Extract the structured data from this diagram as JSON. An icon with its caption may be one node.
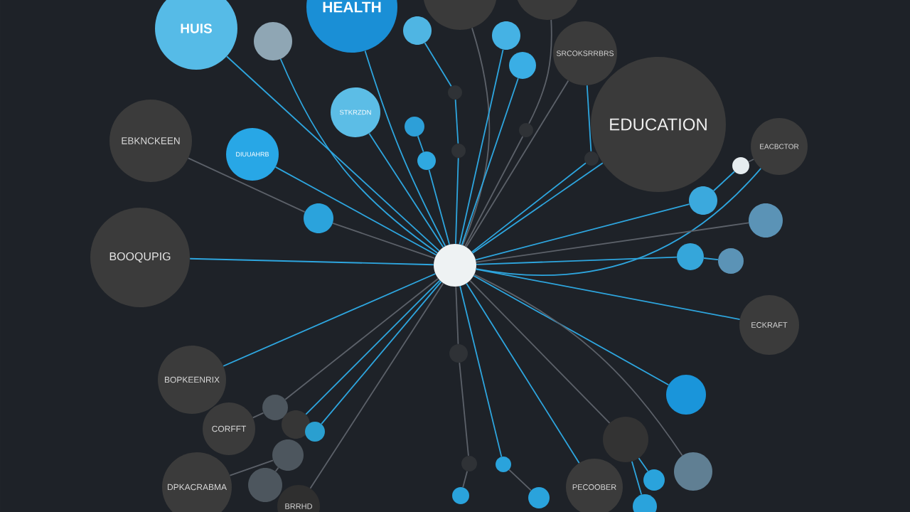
{
  "diagram": {
    "nodes": [
      {
        "text": [
          "HEALTH"
        ]
      },
      {
        "text": [],
        "shape": "circle"
      },
      {
        "text": [],
        "shape": "circle"
      },
      {
        "text": [
          "HUIS"
        ]
      },
      {
        "text": [],
        "shape": "circle"
      },
      {
        "text": [],
        "shape": "circle"
      },
      {
        "text": [],
        "shape": "circle"
      },
      {
        "text": [
          "SRCOKSRRBRS"
        ]
      },
      {
        "text": [],
        "shape": "circle"
      },
      {
        "text": [],
        "shape": "circle"
      },
      {
        "text": [
          "STKRZDN"
        ]
      },
      {
        "text": [
          "EDUCATION"
        ]
      },
      {
        "text": [],
        "shape": "circle"
      },
      {
        "text": [],
        "shape": "circle"
      },
      {
        "text": [
          "EBKNCKEEN"
        ]
      },
      {
        "text": [
          "EACBCTOR"
        ]
      },
      {
        "text": [],
        "shape": "circle"
      },
      {
        "text": [
          "DIUUAHRB"
        ]
      },
      {
        "text": [],
        "shape": "circle"
      },
      {
        "text": [],
        "shape": "circle"
      },
      {
        "text": [],
        "shape": "circle"
      },
      {
        "text": [],
        "shape": "circle"
      },
      {
        "text": [],
        "shape": "circle"
      },
      {
        "text": [],
        "shape": "circle"
      },
      {
        "text": [
          "BOOQUPIG"
        ]
      },
      {
        "text": [],
        "shape": "circle"
      },
      {
        "text": [],
        "shape": "circle"
      },
      {
        "text": [],
        "shape": "circle"
      },
      {
        "text": [
          "ECKRAFT"
        ]
      },
      {
        "text": [],
        "shape": "circle"
      },
      {
        "text": [
          "BOPKEENRIX"
        ]
      },
      {
        "text": [],
        "shape": "circle"
      },
      {
        "text": [],
        "shape": "circle"
      },
      {
        "text": [],
        "shape": "circle"
      },
      {
        "text": [
          "CORFFT"
        ]
      },
      {
        "text": [],
        "shape": "circle"
      },
      {
        "text": [],
        "shape": "circle"
      },
      {
        "text": [],
        "shape": "circle"
      },
      {
        "text": [],
        "shape": "circle"
      },
      {
        "text": [],
        "shape": "circle"
      },
      {
        "text": [],
        "shape": "circle"
      },
      {
        "text": [],
        "shape": "circle"
      },
      {
        "text": [
          "PECOOBER"
        ]
      },
      {
        "text": [
          "DPKACRABMA"
        ]
      },
      {
        "text": [],
        "shape": "circle"
      },
      {
        "text": [],
        "shape": "circle"
      },
      {
        "text": [],
        "shape": "circle"
      },
      {
        "text": [],
        "shape": "circle"
      },
      {
        "text": [
          "BRRHD"
        ]
      }
    ],
    "edges": [
      {
        "from": 27,
        "to": 3,
        "arrow": "none"
      },
      {
        "from": 27,
        "to": 0,
        "arrow": "none"
      },
      {
        "from": 27,
        "to": 6,
        "arrow": "none"
      },
      {
        "from": 27,
        "to": 16,
        "arrow": "none"
      },
      {
        "from": 16,
        "to": 9,
        "arrow": "none"
      },
      {
        "from": 9,
        "to": 4,
        "arrow": "none"
      },
      {
        "from": 27,
        "to": 1,
        "arrow": "none",
        "color": "#5c6169"
      },
      {
        "from": 27,
        "to": 12,
        "arrow": "none",
        "color": "#5c6169"
      },
      {
        "from": 12,
        "to": 2,
        "arrow": "none",
        "color": "#5c6169"
      },
      {
        "from": 27,
        "to": 5,
        "arrow": "none"
      },
      {
        "from": 27,
        "to": 8,
        "arrow": "none"
      },
      {
        "from": 27,
        "to": 18,
        "arrow": "none"
      },
      {
        "from": 18,
        "to": 7,
        "arrow": "none"
      },
      {
        "from": 27,
        "to": 7,
        "arrow": "none",
        "color": "#5c6169"
      },
      {
        "from": 27,
        "to": 11,
        "arrow": "none"
      },
      {
        "from": 27,
        "to": 10,
        "arrow": "none"
      },
      {
        "from": 27,
        "to": 19,
        "arrow": "none"
      },
      {
        "from": 19,
        "to": 13,
        "arrow": "none"
      },
      {
        "from": 27,
        "to": 17,
        "arrow": "none"
      },
      {
        "from": 22,
        "to": 14,
        "arrow": "none",
        "color": "#5c6169"
      },
      {
        "from": 27,
        "to": 22,
        "arrow": "none",
        "color": "#5c6169"
      },
      {
        "from": 27,
        "to": 24,
        "arrow": "none"
      },
      {
        "from": 21,
        "to": 20,
        "arrow": "none"
      },
      {
        "from": 20,
        "to": 15,
        "arrow": "none",
        "color": "#5c6169"
      },
      {
        "from": 27,
        "to": 15,
        "arrow": "none"
      },
      {
        "from": 27,
        "to": 21,
        "arrow": "none"
      },
      {
        "from": 27,
        "to": 23,
        "arrow": "none",
        "color": "#5c6169"
      },
      {
        "from": 27,
        "to": 25,
        "arrow": "none"
      },
      {
        "from": 25,
        "to": 26,
        "arrow": "none"
      },
      {
        "from": 27,
        "to": 28,
        "arrow": "none"
      },
      {
        "from": 27,
        "to": 31,
        "arrow": "none"
      },
      {
        "from": 27,
        "to": 30,
        "arrow": "none"
      },
      {
        "from": 27,
        "to": 32,
        "arrow": "none",
        "color": "#5c6169"
      },
      {
        "from": 32,
        "to": 34,
        "arrow": "none",
        "color": "#5c6169"
      },
      {
        "from": 27,
        "to": 33,
        "arrow": "none"
      },
      {
        "from": 27,
        "to": 35,
        "arrow": "none"
      },
      {
        "from": 37,
        "to": 44,
        "arrow": "none",
        "color": "#5c6169"
      },
      {
        "from": 37,
        "to": 43,
        "arrow": "none",
        "color": "#5c6169"
      },
      {
        "from": 27,
        "to": 29,
        "arrow": "none",
        "color": "#5c6169"
      },
      {
        "from": 29,
        "to": 38,
        "arrow": "none",
        "color": "#5c6169"
      },
      {
        "from": 38,
        "to": 45,
        "arrow": "none",
        "color": "#5c6169"
      },
      {
        "from": 27,
        "to": 39,
        "arrow": "none"
      },
      {
        "from": 39,
        "to": 46,
        "arrow": "none",
        "color": "#5c6169"
      },
      {
        "from": 27,
        "to": 42,
        "arrow": "none"
      },
      {
        "from": 27,
        "to": 36,
        "arrow": "none",
        "color": "#5c6169"
      },
      {
        "from": 36,
        "to": 41,
        "arrow": "none"
      },
      {
        "from": 36,
        "to": 47,
        "arrow": "none"
      },
      {
        "from": 27,
        "to": 40,
        "arrow": "none",
        "color": "#5c6169"
      },
      {
        "from": 27,
        "to": 48,
        "arrow": "none",
        "color": "#5c6169"
      }
    ]
  }
}
